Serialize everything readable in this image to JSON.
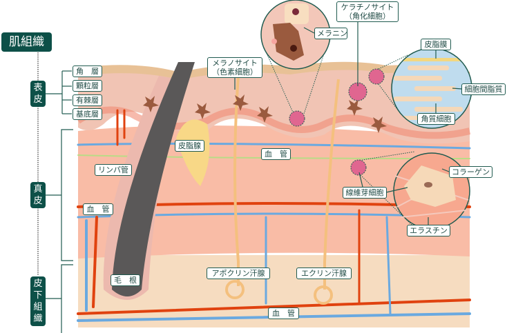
{
  "title": "肌組織",
  "layers": {
    "epidermis": "表皮",
    "dermis": "真皮",
    "subcutaneous": "皮下組織",
    "epidermis_sublayers": [
      "角　層",
      "顆粒層",
      "有棘層",
      "基底層"
    ]
  },
  "labels": {
    "melanocyte": "メラノサイト",
    "melanocyte_sub": "（色素細胞）",
    "keratinocyte": "ケラチノサイト",
    "keratinocyte_sub": "（角化細胞）",
    "melanin": "メラニン",
    "sebum_film": "皮脂膜",
    "intercellular_lipid": "細胞間脂質",
    "corneocyte": "角質細胞",
    "sebaceous_gland": "皮脂腺",
    "blood_vessel_mid": "血　管",
    "lymph_vessel": "リンパ管",
    "blood_vessel_left": "血　管",
    "collagen": "コラーゲン",
    "fibroblast": "線維芽細胞",
    "elastin": "エラスチン",
    "hair_root": "毛　根",
    "apocrine_gland": "アポクリン汗腺",
    "eccrine_gland": "エクリン汗腺",
    "blood_vessel_bottom": "血　管"
  },
  "colors": {
    "label_dark": "#0d5048",
    "artery": "#e0420f",
    "vein": "#6aa9e0",
    "lymph": "#b9dc86",
    "dermis": "#f7b39c",
    "subcutaneous": "#f6dcc0",
    "hair": "#5a5858"
  }
}
